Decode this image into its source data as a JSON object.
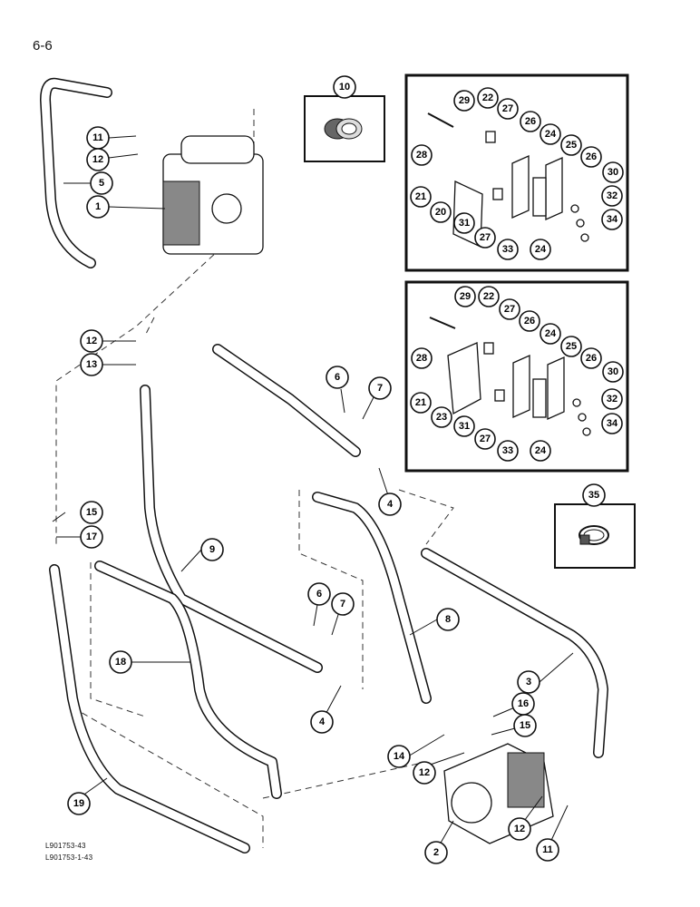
{
  "page": {
    "page_number": "6-6",
    "figure_refs": [
      "L901753-43",
      "L901753-1-43"
    ]
  },
  "callouts": {
    "c1": "1",
    "c2": "2",
    "c3": "3",
    "c4a": "4",
    "c4b": "4",
    "c5": "5",
    "c6a": "6",
    "c6b": "6",
    "c7a": "7",
    "c7b": "7",
    "c8": "8",
    "c9": "9",
    "c10": "10",
    "c11a": "11",
    "c11b": "11",
    "c12a": "12",
    "c12b": "12",
    "c12c": "12",
    "c12d": "12",
    "c13": "13",
    "c14": "14",
    "c15a": "15",
    "c15b": "15",
    "c16": "16",
    "c17": "17",
    "c18": "18",
    "c19": "19",
    "c35": "35",
    "k1_20": "20",
    "k1_21": "21",
    "k1_22": "22",
    "k1_24a": "24",
    "k1_24b": "24",
    "k1_25": "25",
    "k1_26a": "26",
    "k1_26b": "26",
    "k1_27a": "27",
    "k1_27b": "27",
    "k1_28": "28",
    "k1_29": "29",
    "k1_30": "30",
    "k1_31": "31",
    "k1_32": "32",
    "k1_33": "33",
    "k1_34": "34",
    "k2_21": "21",
    "k2_22": "22",
    "k2_23": "23",
    "k2_24a": "24",
    "k2_24b": "24",
    "k2_25": "25",
    "k2_26a": "26",
    "k2_26b": "26",
    "k2_27a": "27",
    "k2_27b": "27",
    "k2_28": "28",
    "k2_29": "29",
    "k2_30": "30",
    "k2_31": "31",
    "k2_32": "32",
    "k2_33": "33",
    "k2_34": "34"
  }
}
